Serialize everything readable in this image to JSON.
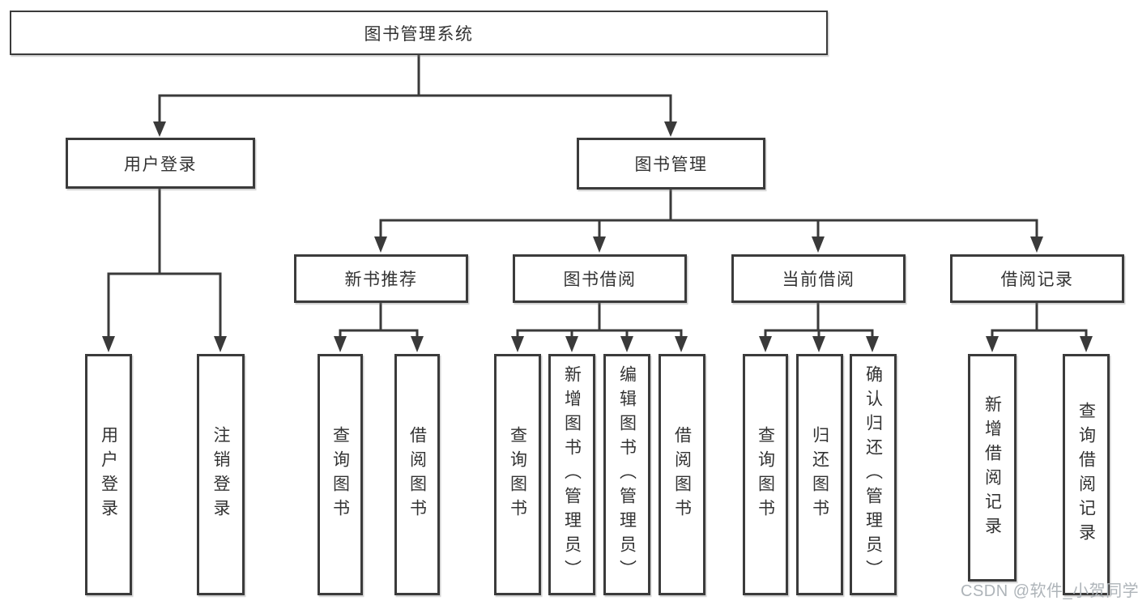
{
  "diagram": {
    "root": {
      "label": "图书管理系统"
    },
    "branches": [
      {
        "label": "用户登录",
        "children": [
          {
            "label": "用户登录"
          },
          {
            "label": "注销登录"
          }
        ]
      },
      {
        "label": "图书管理",
        "children": [
          {
            "label": "新书推荐",
            "children": [
              {
                "label": "查询图书"
              },
              {
                "label": "借阅图书"
              }
            ]
          },
          {
            "label": "图书借阅",
            "children": [
              {
                "label": "查询图书"
              },
              {
                "label": "新增图书（管理员）"
              },
              {
                "label": "编辑图书（管理员）"
              },
              {
                "label": "借阅图书"
              }
            ]
          },
          {
            "label": "当前借阅",
            "children": [
              {
                "label": "查询图书"
              },
              {
                "label": "归还图书"
              },
              {
                "label": "确认归还（管理员）"
              }
            ]
          },
          {
            "label": "借阅记录",
            "children": [
              {
                "label": "新增借阅记录"
              },
              {
                "label": "查询借阅记录"
              }
            ]
          }
        ]
      }
    ]
  },
  "watermark": {
    "text": "CSDN @软件_小贺同学"
  },
  "colors": {
    "line": "#3a3a3a",
    "box_border": "#3b3b3b",
    "text": "#333333",
    "watermark": "#aeb4b9",
    "background": "#ffffff"
  }
}
